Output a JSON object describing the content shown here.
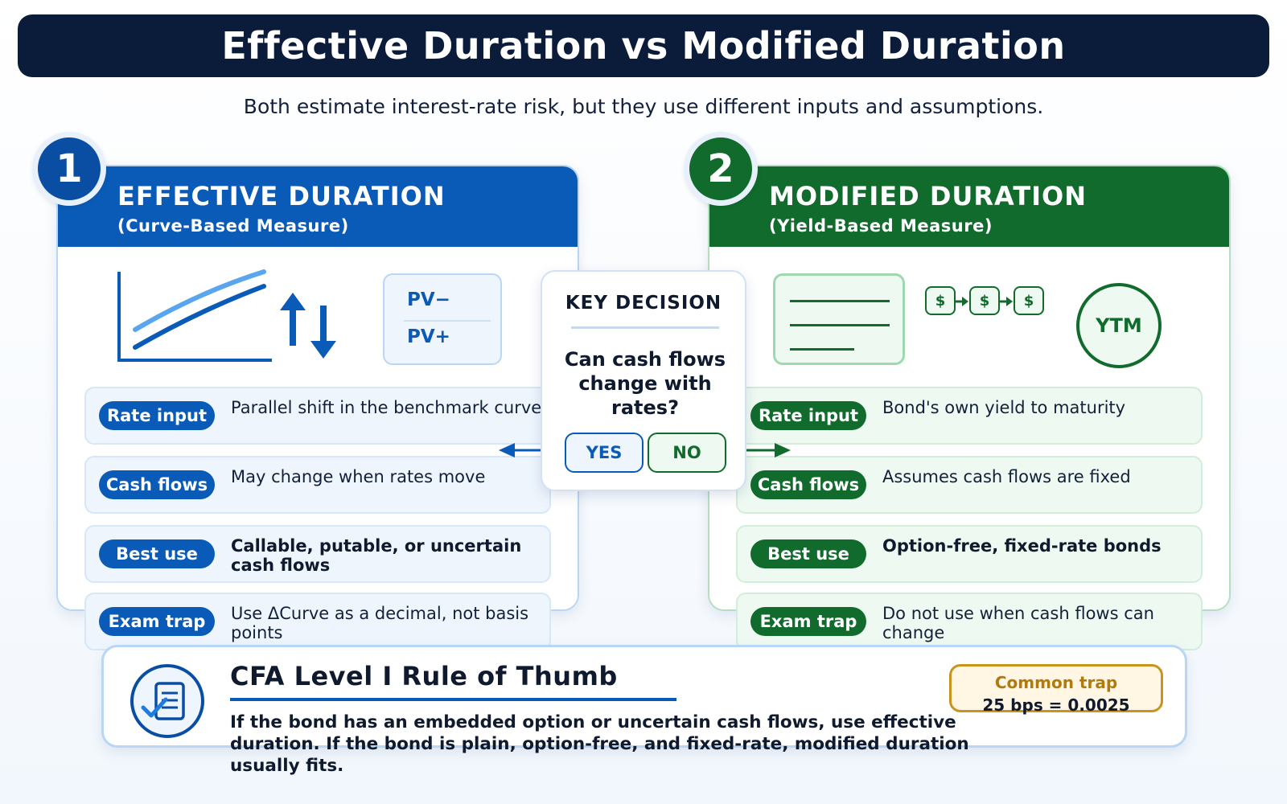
{
  "title": "Effective Duration vs Modified Duration",
  "subtitle": "Both estimate interest-rate risk, but they use different inputs and assumptions.",
  "left": {
    "number": "1",
    "heading": "EFFECTIVE DURATION",
    "subheading": "(Curve-Based Measure)",
    "pv_minus": "PV−",
    "pv_plus": "PV+",
    "rows": [
      {
        "label": "Rate input",
        "text": "Parallel shift in the benchmark curve"
      },
      {
        "label": "Cash flows",
        "text": "May change when rates move"
      },
      {
        "label": "Best use",
        "text": "Callable, putable, or uncertain cash flows"
      },
      {
        "label": "Exam trap",
        "text": "Use ΔCurve as a decimal, not basis points"
      }
    ],
    "colors": {
      "primary": "#0a5bb8",
      "light": "#eef5fd"
    }
  },
  "right": {
    "number": "2",
    "heading": "MODIFIED DURATION",
    "subheading": "(Yield-Based Measure)",
    "cash_symbol": "$",
    "ytm": "YTM",
    "rows": [
      {
        "label": "Rate input",
        "text": "Bond's own yield to maturity"
      },
      {
        "label": "Cash flows",
        "text": "Assumes cash flows are fixed"
      },
      {
        "label": "Best use",
        "text": "Option-free, fixed-rate bonds"
      },
      {
        "label": "Exam trap",
        "text": "Do not use when cash flows can change"
      }
    ],
    "colors": {
      "primary": "#116b2d",
      "light": "#eefaf1"
    }
  },
  "decision": {
    "title": "KEY DECISION",
    "question": "Can cash flows change with rates?",
    "yes": "YES",
    "no": "NO"
  },
  "rule": {
    "title": "CFA Level I Rule of Thumb",
    "text": "If the bond has an embedded option or uncertain cash flows, use effective duration. If the bond is plain, option-free, and fixed-rate, modified duration usually fits.",
    "trap_label": "Common trap",
    "trap_value": "25 bps = 0.0025"
  },
  "icons": [
    "yield-curve-icon",
    "up-arrow-icon",
    "down-arrow-icon",
    "document-icon",
    "cash-flow-icon",
    "checklist-icon"
  ]
}
